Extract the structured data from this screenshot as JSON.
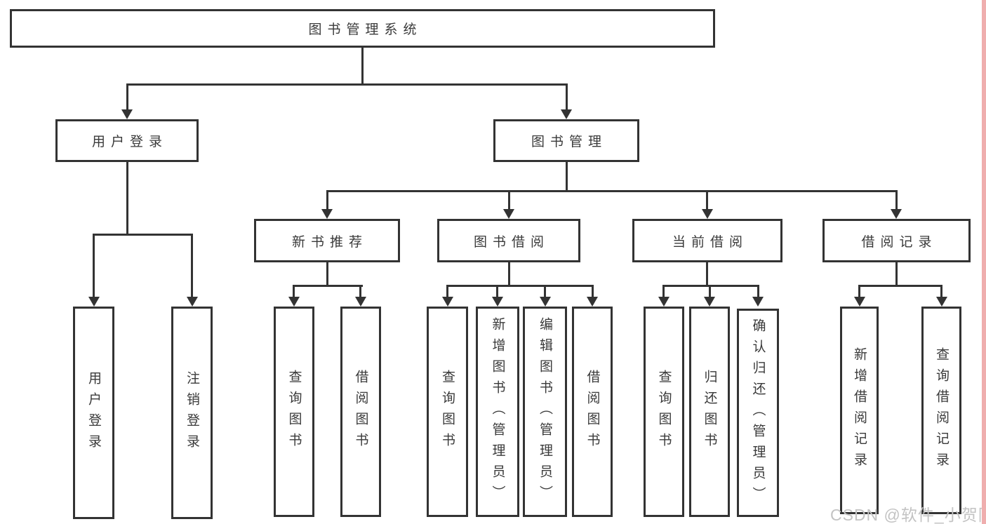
{
  "nodes": {
    "root": "图书管理系统",
    "user_login": "用户登录",
    "book_mgmt": "图书管理",
    "new_book": "新书推荐",
    "book_borrow": "图书借阅",
    "current_borrow": "当前借阅",
    "borrow_record": "借阅记录",
    "leaf_user_login": "用户登录",
    "leaf_logout": "注销登录",
    "leaf_nb_query": "查询图书",
    "leaf_nb_borrow": "借阅图书",
    "leaf_bb_query": "查询图书",
    "leaf_bb_add": "新增图书（管理员）",
    "leaf_bb_edit": "编辑图书（管理员）",
    "leaf_bb_borrow": "借阅图书",
    "leaf_cb_query": "查询图书",
    "leaf_cb_return": "归还图书",
    "leaf_cb_confirm": "确认归还（管理员）",
    "leaf_br_add": "新增借阅记录",
    "leaf_br_query": "查询借阅记录"
  },
  "watermark": "CSDN @软件_小贺同学",
  "colors": {
    "line": "#333333",
    "text": "#3a3a3a",
    "watermark": "#c3c3c3",
    "edge_stripe": "#efaeae"
  }
}
